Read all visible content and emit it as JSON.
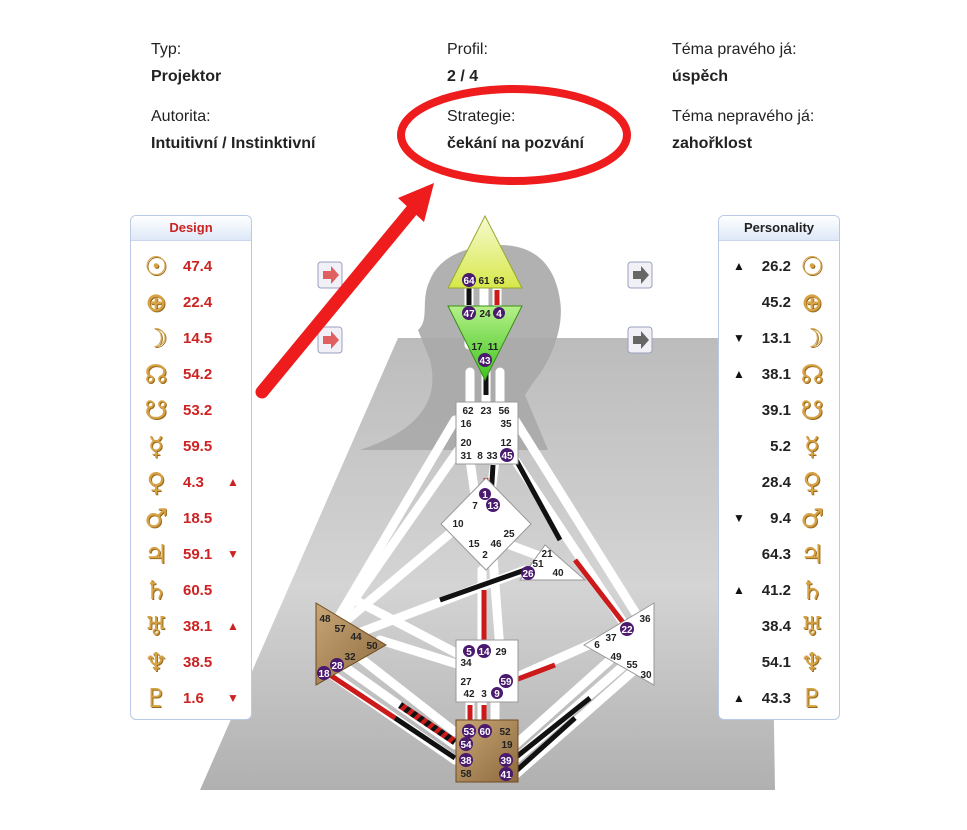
{
  "info": {
    "type_label": "Typ:",
    "type_value": "Projektor",
    "profile_label": "Profil:",
    "profile_value": "2 / 4",
    "true_self_label": "Téma pravého já:",
    "true_self_value": "úspěch",
    "authority_label": "Autorita:",
    "authority_value": "Intuitivní / Instinktivní",
    "strategy_label": "Strategie:",
    "strategy_value": "čekání na pozvání",
    "not_self_label": "Téma nepravého já:",
    "not_self_value": "zahořklost"
  },
  "design": {
    "title": "Design",
    "rows": [
      {
        "symbol": "☉",
        "planet_icon": "sun-icon",
        "value": "47.4",
        "arrow": ""
      },
      {
        "symbol": "⊕",
        "planet_icon": "earth-icon",
        "value": "22.4",
        "arrow": ""
      },
      {
        "symbol": "☽",
        "planet_icon": "moon-icon",
        "value": "14.5",
        "arrow": ""
      },
      {
        "symbol": "☊",
        "planet_icon": "north-node-icon",
        "value": "54.2",
        "arrow": ""
      },
      {
        "symbol": "☋",
        "planet_icon": "south-node-icon",
        "value": "53.2",
        "arrow": ""
      },
      {
        "symbol": "☿",
        "planet_icon": "mercury-icon",
        "value": "59.5",
        "arrow": ""
      },
      {
        "symbol": "♀",
        "planet_icon": "venus-icon",
        "value": "4.3",
        "arrow": "▲"
      },
      {
        "symbol": "♂",
        "planet_icon": "mars-icon",
        "value": "18.5",
        "arrow": ""
      },
      {
        "symbol": "♃",
        "planet_icon": "jupiter-icon",
        "value": "59.1",
        "arrow": "▼"
      },
      {
        "symbol": "♄",
        "planet_icon": "saturn-icon",
        "value": "60.5",
        "arrow": ""
      },
      {
        "symbol": "♅",
        "planet_icon": "uranus-icon",
        "value": "38.1",
        "arrow": "▲"
      },
      {
        "symbol": "♆",
        "planet_icon": "neptune-icon",
        "value": "38.5",
        "arrow": ""
      },
      {
        "symbol": "♇",
        "planet_icon": "pluto-icon",
        "value": "1.6",
        "arrow": "▼"
      }
    ]
  },
  "personality": {
    "title": "Personality",
    "rows": [
      {
        "symbol": "☉",
        "planet_icon": "sun-icon",
        "value": "26.2",
        "arrow": "▲"
      },
      {
        "symbol": "⊕",
        "planet_icon": "earth-icon",
        "value": "45.2",
        "arrow": ""
      },
      {
        "symbol": "☽",
        "planet_icon": "moon-icon",
        "value": "13.1",
        "arrow": "▼"
      },
      {
        "symbol": "☊",
        "planet_icon": "north-node-icon",
        "value": "38.1",
        "arrow": "▲"
      },
      {
        "symbol": "☋",
        "planet_icon": "south-node-icon",
        "value": "39.1",
        "arrow": ""
      },
      {
        "symbol": "☿",
        "planet_icon": "mercury-icon",
        "value": "5.2",
        "arrow": ""
      },
      {
        "symbol": "♀",
        "planet_icon": "venus-icon",
        "value": "28.4",
        "arrow": ""
      },
      {
        "symbol": "♂",
        "planet_icon": "mars-icon",
        "value": "9.4",
        "arrow": "▼"
      },
      {
        "symbol": "♃",
        "planet_icon": "jupiter-icon",
        "value": "64.3",
        "arrow": ""
      },
      {
        "symbol": "♄",
        "planet_icon": "saturn-icon",
        "value": "41.2",
        "arrow": "▲"
      },
      {
        "symbol": "♅",
        "planet_icon": "uranus-icon",
        "value": "38.4",
        "arrow": ""
      },
      {
        "symbol": "♆",
        "planet_icon": "neptune-icon",
        "value": "54.1",
        "arrow": ""
      },
      {
        "symbol": "♇",
        "planet_icon": "pluto-icon",
        "value": "43.3",
        "arrow": "▲"
      }
    ]
  },
  "colors": {
    "design_red": "#cc2222",
    "annotation_red": "#ee1c1c",
    "head_yellow": "#e8f060",
    "ajna_green": "#7ed84a",
    "motor_brown": "#b08a55",
    "activated_purple": "#4a1a6e"
  },
  "gates": {
    "g64": "64",
    "g61": "61",
    "g63": "63",
    "g47": "47",
    "g24": "24",
    "g4": "4",
    "g17": "17",
    "g11": "11",
    "g43": "43",
    "g62": "62",
    "g23": "23",
    "g56": "56",
    "g16": "16",
    "g35": "35",
    "g20": "20",
    "g12": "12",
    "g31": "31",
    "g8": "8",
    "g33": "33",
    "g45": "45",
    "g1": "1",
    "g7": "7",
    "g13": "13",
    "g10": "10",
    "g25": "25",
    "g15": "15",
    "g46": "46",
    "g2": "2",
    "g21": "21",
    "g51": "51",
    "g26": "26",
    "g40": "40",
    "g48": "48",
    "g57": "57",
    "g44": "44",
    "g50": "50",
    "g32": "32",
    "g28": "28",
    "g18": "18",
    "g36": "36",
    "g22": "22",
    "g37": "37",
    "g6": "6",
    "g49": "49",
    "g55": "55",
    "g30": "30",
    "g5": "5",
    "g14": "14",
    "g29": "29",
    "g34": "34",
    "g27": "27",
    "g59": "59",
    "g42": "42",
    "g3": "3",
    "g9": "9",
    "g53": "53",
    "g60": "60",
    "g52": "52",
    "g54": "54",
    "g19": "19",
    "g38": "38",
    "g39": "39",
    "g58": "58",
    "g41": "41"
  }
}
